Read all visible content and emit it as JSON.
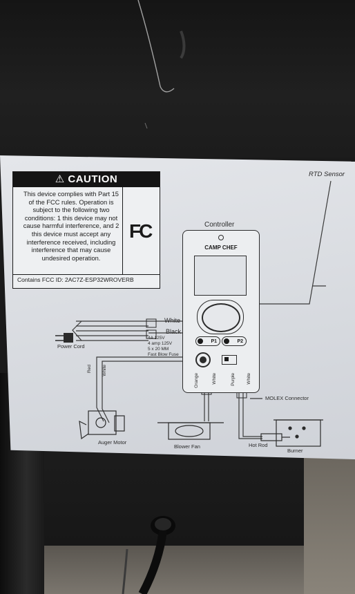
{
  "caution": {
    "heading": "CAUTION",
    "body": "This device complies with Part 15 of the FCC rules. Operation is subject to the following two conditions: 1 this device may not cause harmful interference, and 2 this device must accept any interference received, including interference that may cause undesired operation.",
    "fcc_id": "Contains FCC ID: 2AC7Z-ESP32WROVERB",
    "logo": "FC"
  },
  "diagram": {
    "controller_title": "Controller",
    "brand": "CAMP CHEF",
    "probe_1": "P1",
    "probe_2": "P2",
    "rtd_sensor": "RTD Sensor",
    "wire_white_top": "White",
    "wire_black": "Black",
    "power_cord": "Power Cord",
    "fuse_rating": "4A 125V",
    "fuse_amp": "4 amp 125V",
    "fuse_size": "5 x 20 MM",
    "fuse_type": "Fast Blow Fuse",
    "wire_red": "Red",
    "wire_white_auger": "White",
    "wire_orange": "Orange",
    "wire_white_fan": "White",
    "wire_purple": "Purple",
    "wire_white_rod": "White",
    "molex": "MOLEX Connector",
    "auger_motor": "Auger Motor",
    "blower_fan": "Blower Fan",
    "hot_rod": "Hot Rod",
    "burner": "Burner"
  }
}
